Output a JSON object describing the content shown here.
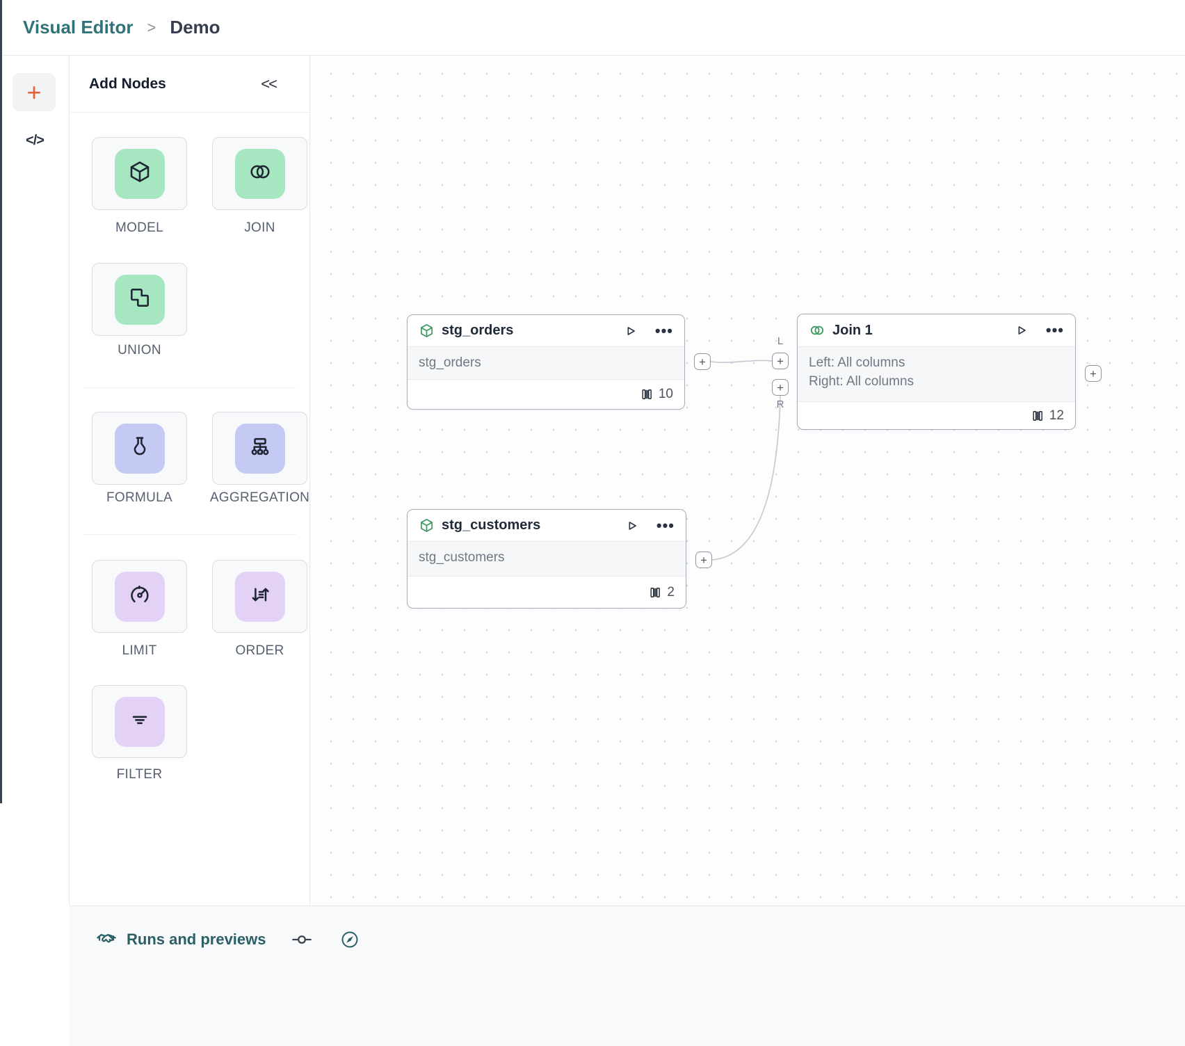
{
  "breadcrumb": {
    "app": "Visual Editor",
    "separator": ">",
    "page": "Demo"
  },
  "left_rail": {
    "add_label": "+",
    "code_label": "</>"
  },
  "panel": {
    "title": "Add Nodes",
    "collapse_label": "<<",
    "groups": [
      {
        "items": [
          {
            "id": "model",
            "label": "MODEL",
            "color": "green",
            "icon": "cube-icon"
          },
          {
            "id": "join",
            "label": "JOIN",
            "color": "green",
            "icon": "join-circles-icon"
          },
          {
            "id": "union",
            "label": "UNION",
            "color": "green",
            "icon": "union-squares-icon"
          }
        ]
      },
      {
        "items": [
          {
            "id": "formula",
            "label": "FORMULA",
            "color": "blue",
            "icon": "flask-icon"
          },
          {
            "id": "aggregation",
            "label": "AGGREGATION",
            "color": "blue",
            "icon": "hierarchy-icon"
          }
        ]
      },
      {
        "items": [
          {
            "id": "limit",
            "label": "LIMIT",
            "color": "purple",
            "icon": "gauge-icon"
          },
          {
            "id": "order",
            "label": "ORDER",
            "color": "purple",
            "icon": "sort-icon"
          },
          {
            "id": "filter",
            "label": "FILTER",
            "color": "purple",
            "icon": "filter-lines-icon"
          }
        ]
      }
    ]
  },
  "canvas": {
    "plus_label": "+",
    "nodes": [
      {
        "id": "stg_orders",
        "icon": "cube-icon",
        "title": "stg_orders",
        "body_lines": [
          "stg_orders"
        ],
        "column_count": "10"
      },
      {
        "id": "stg_customers",
        "icon": "cube-icon",
        "title": "stg_customers",
        "body_lines": [
          "stg_customers"
        ],
        "column_count": "2"
      },
      {
        "id": "join1",
        "icon": "join-circles-icon",
        "title": "Join 1",
        "body_lines": [
          "Left: All columns",
          "Right: All columns"
        ],
        "column_count": "12",
        "left_handle_label": "L",
        "right_handle_label": "R"
      }
    ],
    "edges": [
      {
        "from": "stg_orders",
        "to": "join1",
        "port": "L"
      },
      {
        "from": "stg_customers",
        "to": "join1",
        "port": "R"
      }
    ]
  },
  "statusbar": {
    "runs_label": "Runs and previews"
  },
  "colors": {
    "brand_teal": "#2f7277",
    "accent_orange": "#e45f3c",
    "tile_green": "#a6e6c1",
    "tile_periwinkle": "#c4caf3",
    "tile_purple": "#e4d2f6",
    "node_icon_green": "#3d9c62"
  }
}
